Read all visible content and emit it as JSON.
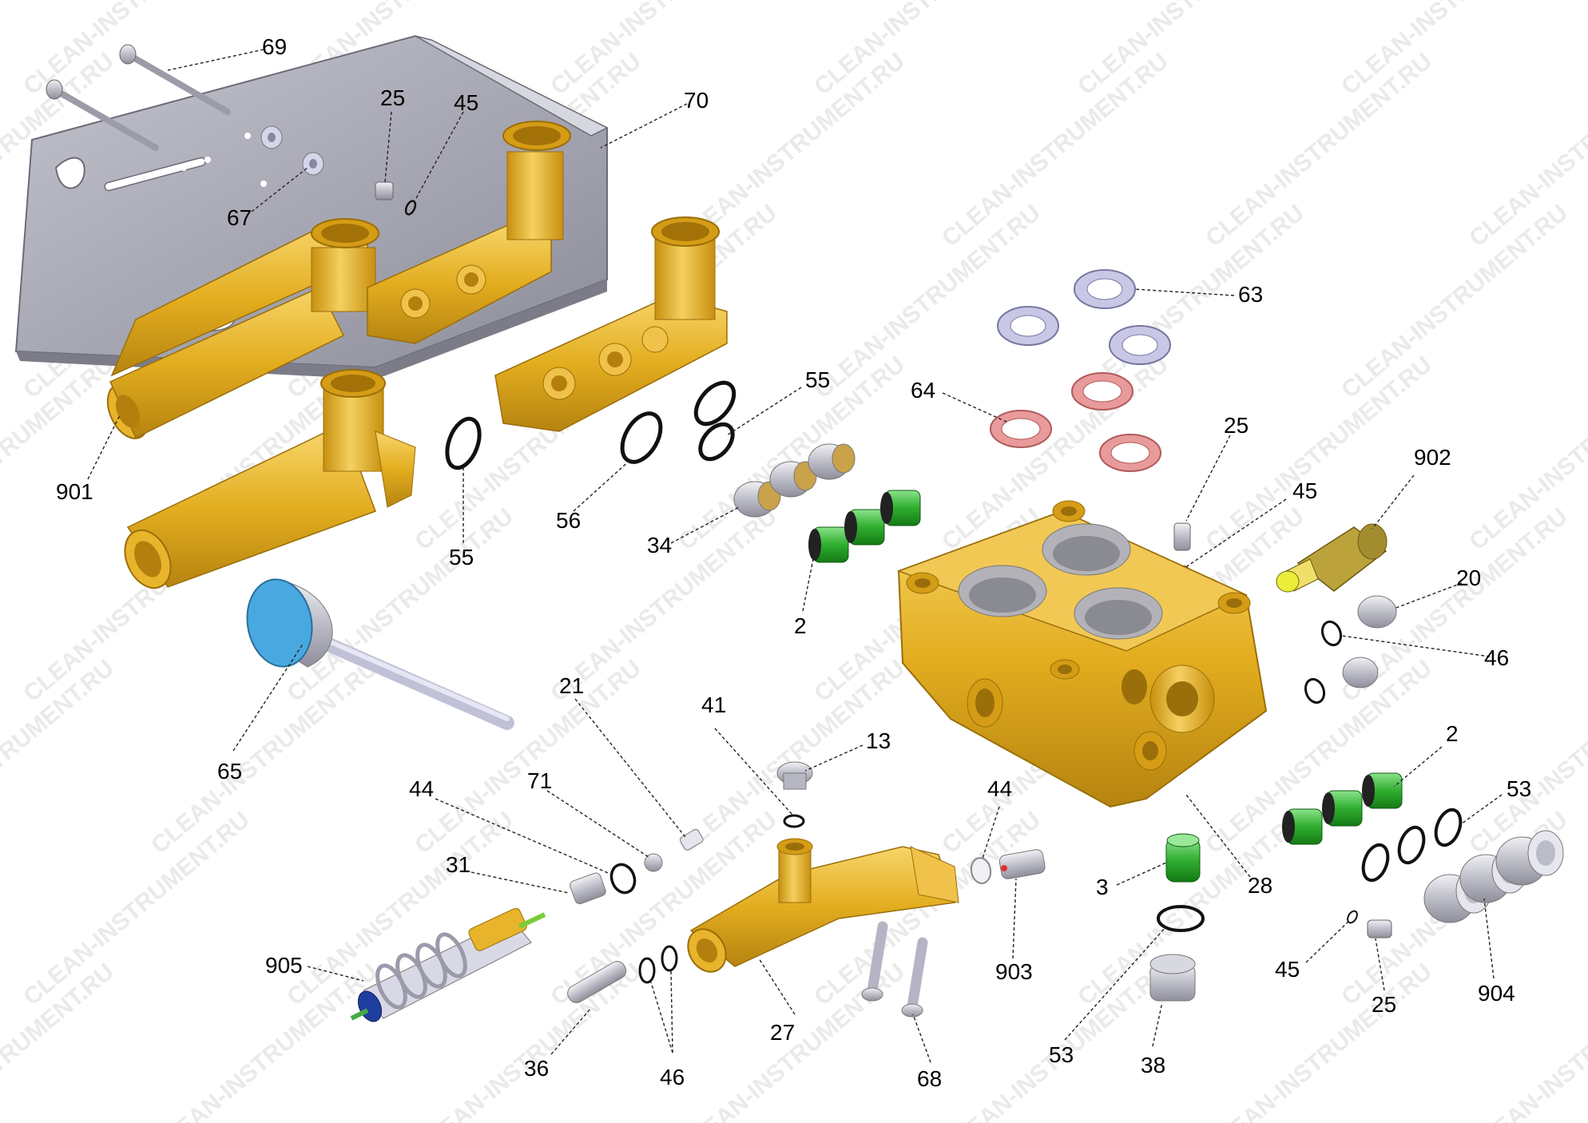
{
  "watermark": "CLEAN-INSTRUMENT.RU",
  "colors": {
    "brass": "#e5b020",
    "brass_dark": "#b07d0a",
    "steel": "#a9a9b6",
    "valve_green": "#33b233",
    "cap_blue": "#4aa8e0",
    "seal_pink": "#e08a8a",
    "washer_lilac": "#c8c8e6"
  },
  "callouts": [
    {
      "id": "c69",
      "text": "69"
    },
    {
      "id": "c25a",
      "text": "25"
    },
    {
      "id": "c45a",
      "text": "45"
    },
    {
      "id": "c70",
      "text": "70"
    },
    {
      "id": "c67",
      "text": "67"
    },
    {
      "id": "c901",
      "text": "901"
    },
    {
      "id": "c55a",
      "text": "55"
    },
    {
      "id": "c56",
      "text": "56"
    },
    {
      "id": "c55b",
      "text": "55"
    },
    {
      "id": "c34",
      "text": "34"
    },
    {
      "id": "c2a",
      "text": "2"
    },
    {
      "id": "c63",
      "text": "63"
    },
    {
      "id": "c64",
      "text": "64"
    },
    {
      "id": "c25b",
      "text": "25"
    },
    {
      "id": "c45b",
      "text": "45"
    },
    {
      "id": "c902",
      "text": "902"
    },
    {
      "id": "c20",
      "text": "20"
    },
    {
      "id": "c46a",
      "text": "46"
    },
    {
      "id": "c65",
      "text": "65"
    },
    {
      "id": "c21",
      "text": "21"
    },
    {
      "id": "c71",
      "text": "71"
    },
    {
      "id": "c44a",
      "text": "44"
    },
    {
      "id": "c41",
      "text": "41"
    },
    {
      "id": "c13",
      "text": "13"
    },
    {
      "id": "c44b",
      "text": "44"
    },
    {
      "id": "c2b",
      "text": "2"
    },
    {
      "id": "c53a",
      "text": "53"
    },
    {
      "id": "c31",
      "text": "31"
    },
    {
      "id": "c28",
      "text": "28"
    },
    {
      "id": "c3",
      "text": "3"
    },
    {
      "id": "c905",
      "text": "905"
    },
    {
      "id": "c903",
      "text": "903"
    },
    {
      "id": "c45c",
      "text": "45"
    },
    {
      "id": "c25c",
      "text": "25"
    },
    {
      "id": "c904",
      "text": "904"
    },
    {
      "id": "c27",
      "text": "27"
    },
    {
      "id": "c36",
      "text": "36"
    },
    {
      "id": "c46b",
      "text": "46"
    },
    {
      "id": "c68",
      "text": "68"
    },
    {
      "id": "c53b",
      "text": "53"
    },
    {
      "id": "c38",
      "text": "38"
    }
  ]
}
